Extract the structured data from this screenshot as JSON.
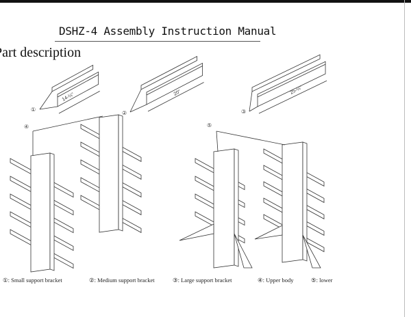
{
  "header": {
    "title": "DSHZ-4 Assembly Instruction Manual"
  },
  "section": {
    "title": "Part description"
  },
  "parts": [
    {
      "marker": "①",
      "dimension": "14-¼\""
    },
    {
      "marker": "②",
      "dimension": "20\""
    },
    {
      "marker": "③",
      "dimension": "25-¼\""
    },
    {
      "marker": "④"
    },
    {
      "marker": "⑤"
    }
  ],
  "legend": [
    "①: Small support bracket",
    "②: Medium support bracket",
    "③: Large support bracket",
    "④: Upper body",
    "⑤: lower"
  ]
}
